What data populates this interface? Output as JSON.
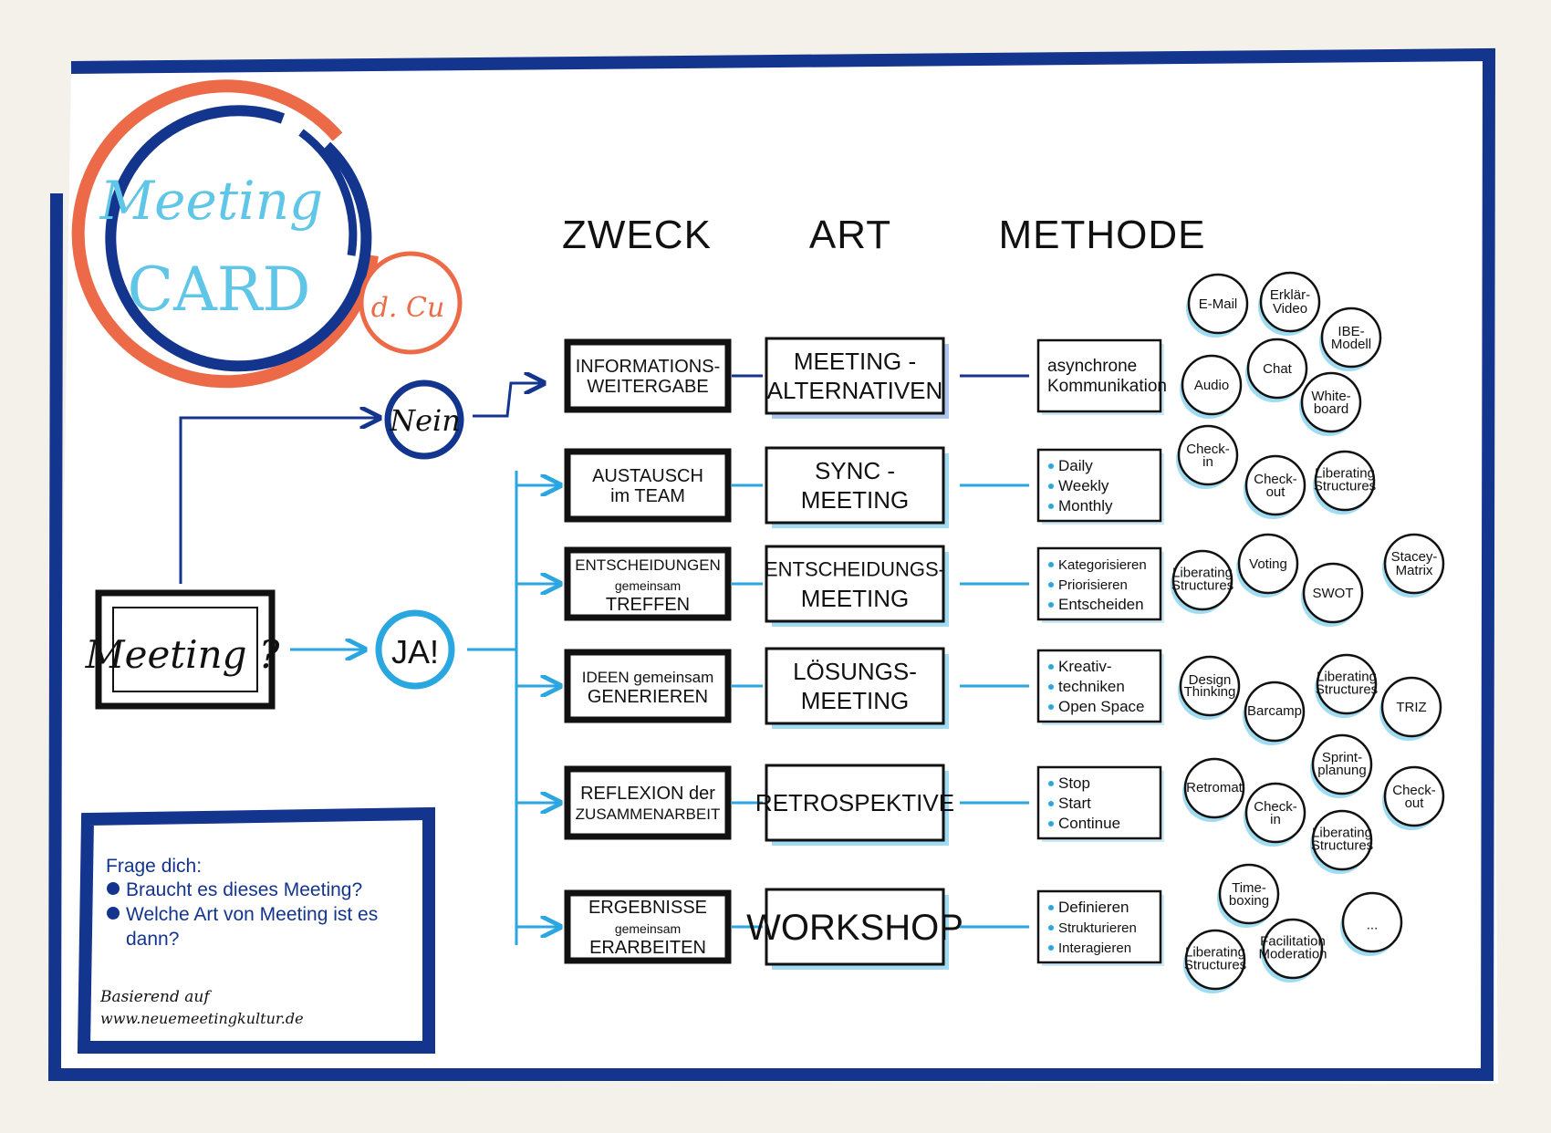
{
  "title": {
    "line1": "Meeting",
    "line2": "CARD",
    "author": "d. Cu"
  },
  "start_box": "Meeting ?",
  "branch": {
    "no": "Nein",
    "yes": "JA!"
  },
  "headers": {
    "zweck": "ZWECK",
    "art": "ART",
    "methode": "METHODE"
  },
  "rows": [
    {
      "zweck": [
        "INFORMATIONS-",
        "WEITERGABE"
      ],
      "art": [
        "MEETING -",
        "ALTERNATIVEN"
      ],
      "methode": [
        "asynchrone",
        "Kommunikation"
      ],
      "methode_bullets": false,
      "bubbles": [
        [
          "E-Mail"
        ],
        [
          "Erklär-",
          "Video"
        ],
        [
          "IBE-",
          "Modell"
        ],
        [
          "Audio"
        ],
        [
          "Chat"
        ],
        [
          "White-",
          "board"
        ]
      ]
    },
    {
      "zweck": [
        "AUSTAUSCH",
        "im TEAM"
      ],
      "art": [
        "SYNC -",
        "MEETING"
      ],
      "methode": [
        "Daily",
        "Weekly",
        "Monthly"
      ],
      "methode_bullets": true,
      "bubbles": [
        [
          "Check-",
          "in"
        ],
        [
          "Check-",
          "out"
        ],
        [
          "Liberating",
          "Structures"
        ]
      ]
    },
    {
      "zweck": [
        "ENTSCHEIDUNGEN",
        "gemeinsam",
        "TREFFEN"
      ],
      "art": [
        "ENTSCHEIDUNGS-",
        "MEETING"
      ],
      "methode": [
        "Kategorisieren",
        "Priorisieren",
        "Entscheiden"
      ],
      "methode_bullets": true,
      "bubbles": [
        [
          "Liberating",
          "Structures"
        ],
        [
          "Voting"
        ],
        [
          "SWOT"
        ],
        [
          "Stacey-",
          "Matrix"
        ]
      ]
    },
    {
      "zweck": [
        "IDEEN gemeinsam",
        "GENERIEREN"
      ],
      "art": [
        "LÖSUNGS-",
        "MEETING"
      ],
      "methode": [
        "Kreativ-",
        "techniken",
        "Open Space"
      ],
      "methode_bullets": true,
      "bubbles": [
        [
          "Design",
          "Thinking"
        ],
        [
          "Barcamp"
        ],
        [
          "Liberating",
          "Structures"
        ],
        [
          "TRIZ"
        ]
      ]
    },
    {
      "zweck": [
        "REFLEXION der",
        "ZUSAMMENARBEIT"
      ],
      "art": [
        "RETROSPEKTIVE"
      ],
      "methode": [
        "Stop",
        "Start",
        "Continue"
      ],
      "methode_bullets": true,
      "bubbles": [
        [
          "Retromat"
        ],
        [
          "Check-",
          "in"
        ],
        [
          "Sprint-",
          "planung"
        ],
        [
          "Check-",
          "out"
        ],
        [
          "Liberating",
          "Structures"
        ]
      ]
    },
    {
      "zweck": [
        "ERGEBNISSE",
        "gemeinsam",
        "ERARBEITEN"
      ],
      "art": [
        "WORKSHOP"
      ],
      "methode": [
        "Definieren",
        "Strukturieren",
        "Interagieren"
      ],
      "methode_bullets": true,
      "bubbles": [
        [
          "Time-",
          "boxing"
        ],
        [
          "Liberating",
          "Structures"
        ],
        [
          "Facilitation",
          "Moderation"
        ],
        [
          "..."
        ]
      ]
    }
  ],
  "note": {
    "heading": "Frage dich:",
    "items": [
      "Braucht es dieses Meeting?",
      "Welche Art von Meeting ist es",
      "dann?"
    ],
    "source1": "Basierend auf",
    "source2": "www.neuemeetingkultur.de"
  },
  "colors": {
    "navy": "#14358e",
    "orange": "#ec6a48",
    "cyan": "#2aa6e0",
    "light": "#60c6e8",
    "ink": "#111111"
  }
}
